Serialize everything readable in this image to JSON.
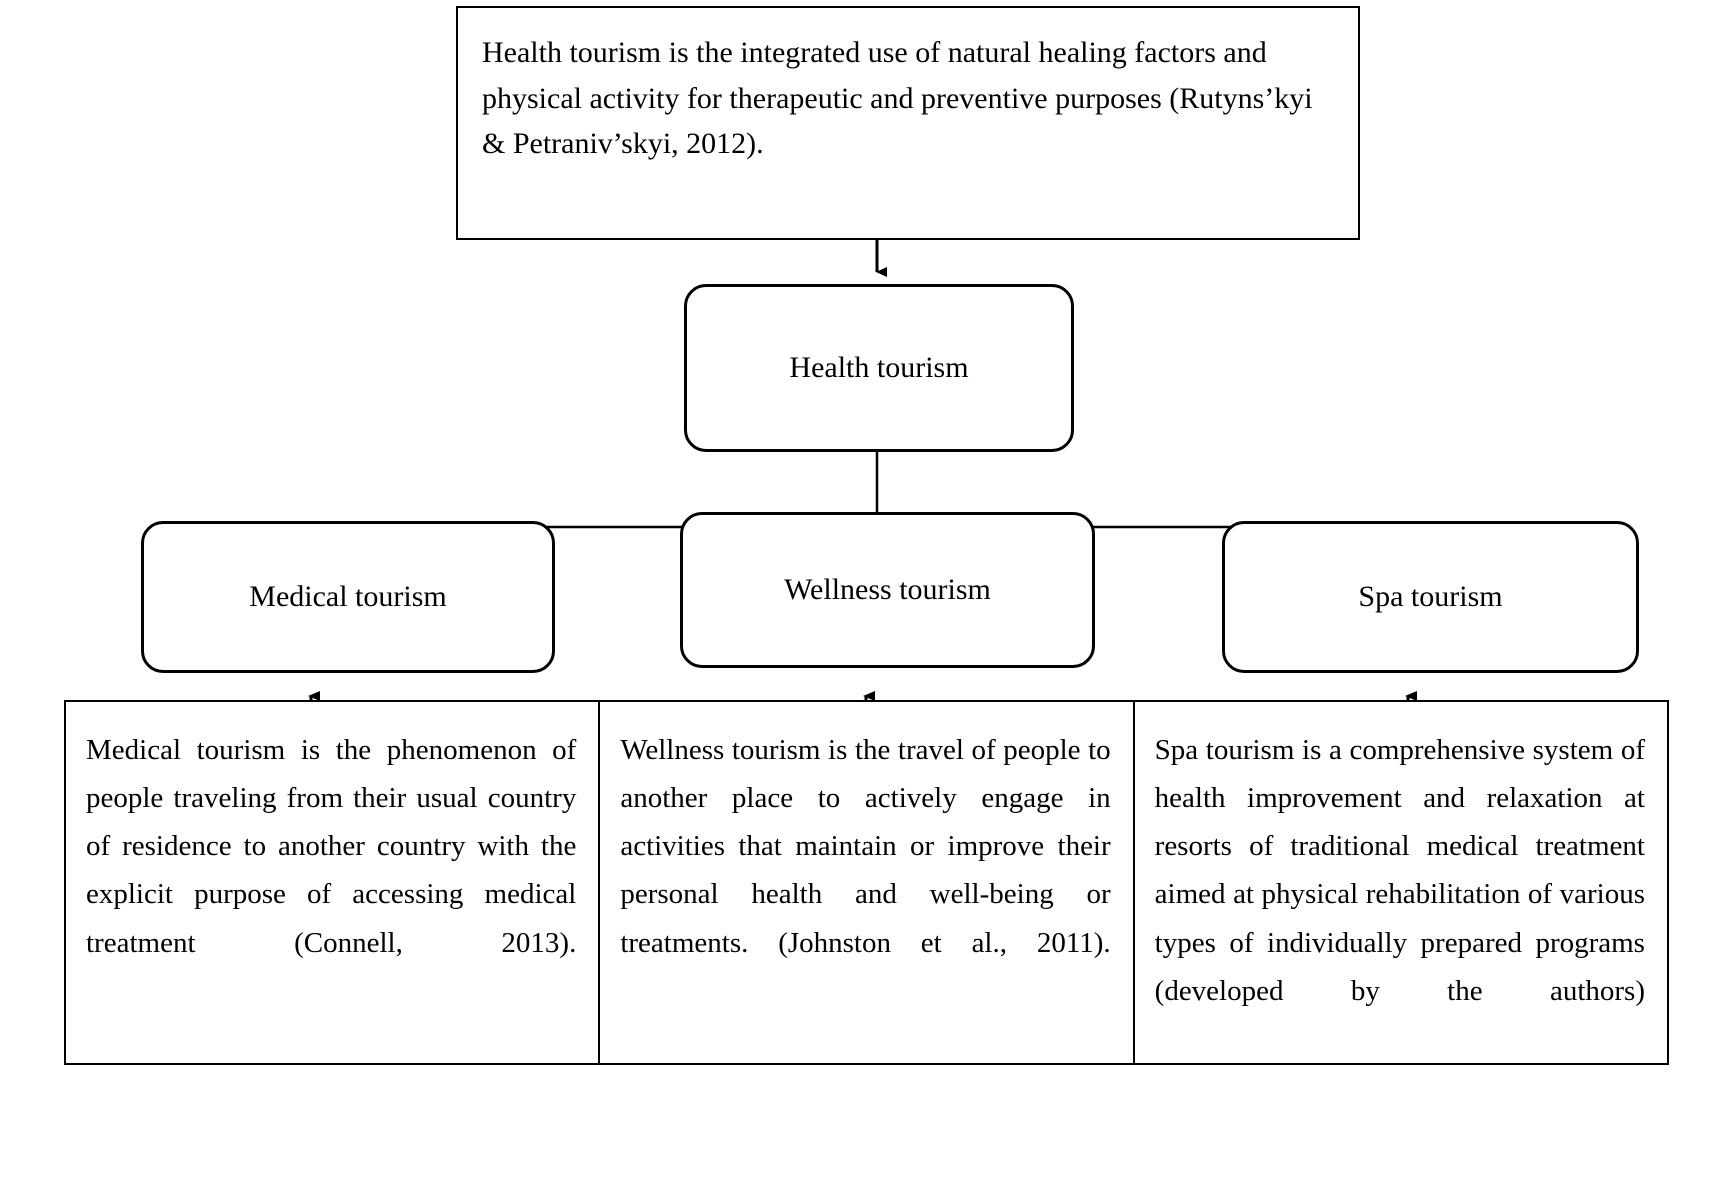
{
  "diagram": {
    "title_definition": {
      "text": "Health tourism is the integrated use of natural healing factors and physical activity for therapeutic and preventive purposes (Rutyns’kyi & Petraniv’skyi, 2012)."
    },
    "root_node": {
      "label": "Health tourism"
    },
    "branches": [
      {
        "label": "Medical tourism",
        "description": "Medical tourism is the phenomenon of people traveling from their usual country of residence to another country with the explicit purpose of accessing medical treatment (Connell, 2013)."
      },
      {
        "label": "Wellness tourism",
        "description": "Wellness tourism is the travel of people to another place to actively engage in activities that maintain or improve their personal health and well-being or treatments. (Johnston et al., 2011)."
      },
      {
        "label": "Spa tourism",
        "description": "Spa tourism is a comprehensive system of health improvement and relaxation at resorts of traditional medical treatment aimed at physical rehabilitation of various types of individually prepared programs (developed by the authors)"
      }
    ],
    "colors": {
      "stroke": "#000000",
      "background": "#ffffff",
      "text": "#000000"
    }
  }
}
